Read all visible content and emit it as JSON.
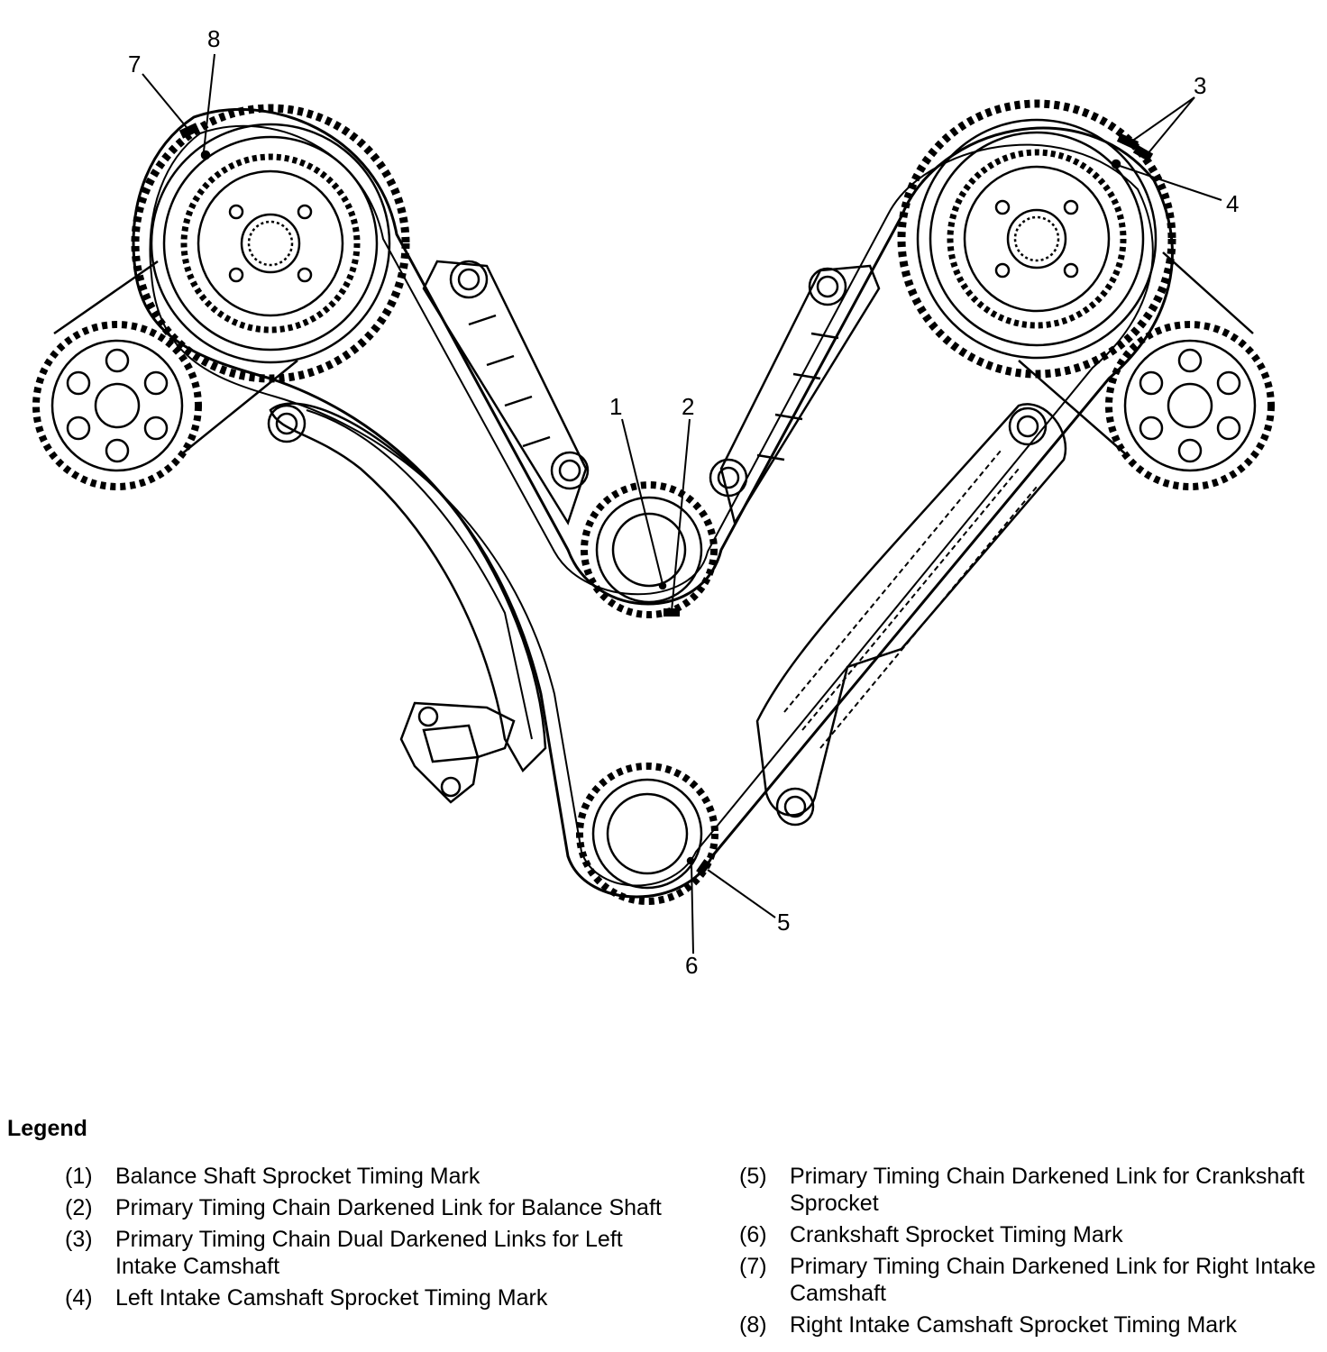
{
  "legend": {
    "title": "Legend",
    "items": [
      {
        "num": "(1)",
        "text": "Balance Shaft Sprocket Timing Mark"
      },
      {
        "num": "(2)",
        "text": "Primary Timing Chain Darkened Link for Balance Shaft"
      },
      {
        "num": "(3)",
        "text": "Primary Timing Chain Dual Darkened Links for Left Intake Camshaft"
      },
      {
        "num": "(4)",
        "text": "Left Intake Camshaft Sprocket Timing Mark"
      },
      {
        "num": "(5)",
        "text": "Primary Timing Chain Darkened Link for Crankshaft Sprocket"
      },
      {
        "num": "(6)",
        "text": "Crankshaft Sprocket Timing Mark"
      },
      {
        "num": "(7)",
        "text": "Primary Timing Chain Darkened Link for Right Intake Camshaft"
      },
      {
        "num": "(8)",
        "text": "Right Intake Camshaft Sprocket Timing Mark"
      }
    ]
  },
  "callouts": {
    "c1": "1",
    "c2": "2",
    "c3": "3",
    "c4": "4",
    "c5": "5",
    "c6": "6",
    "c7": "7",
    "c8": "8"
  }
}
